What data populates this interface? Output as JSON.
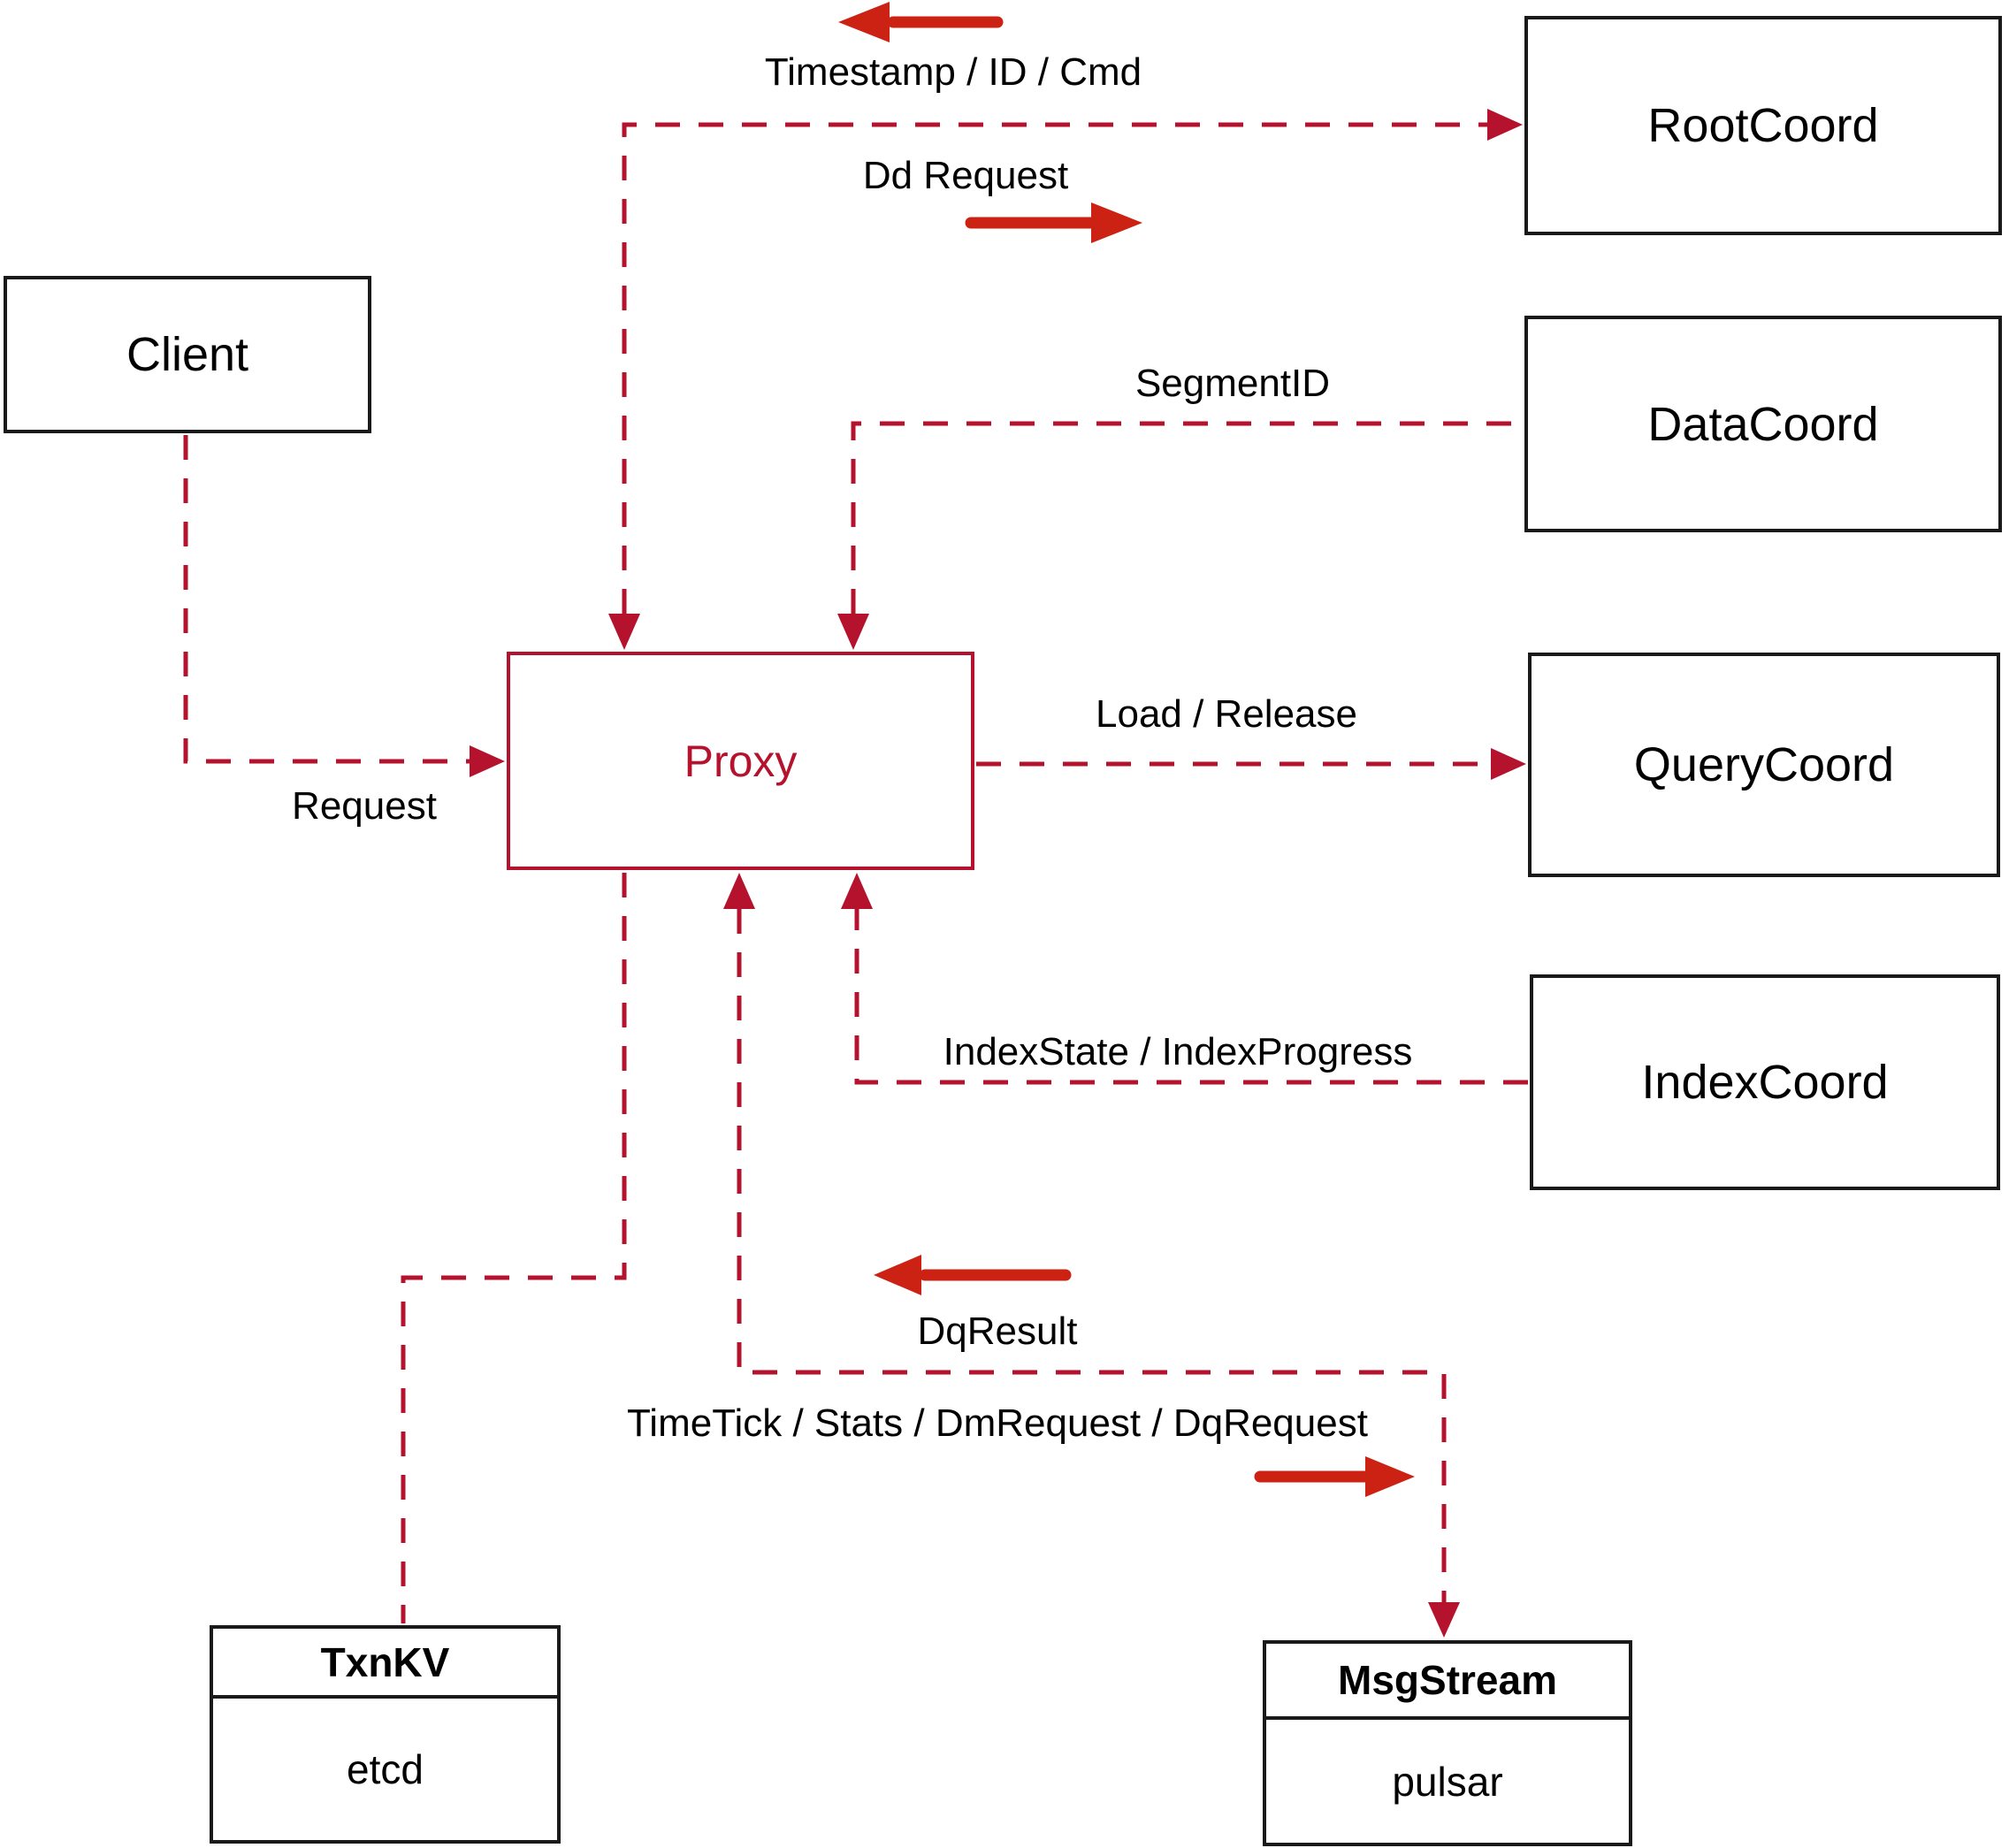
{
  "diagram": {
    "colors": {
      "box_border": "#1a1a1a",
      "text": "#000000",
      "dashed_line": "#b5122e",
      "solid_arrow": "#cc2213",
      "background": "#ffffff"
    },
    "nodes": {
      "client": {
        "label": "Client"
      },
      "rootcoord": {
        "label": "RootCoord"
      },
      "datacoord": {
        "label": "DataCoord"
      },
      "querycoord": {
        "label": "QueryCoord"
      },
      "indexcoord": {
        "label": "IndexCoord"
      },
      "proxy": {
        "label": "Proxy"
      },
      "txnkv": {
        "title": "TxnKV",
        "body": "etcd"
      },
      "msgstream": {
        "title": "MsgStream",
        "body": "pulsar"
      }
    },
    "edge_labels": {
      "timestamp_id_cmd": "Timestamp / ID / Cmd",
      "dd_request": "Dd Request",
      "segment_id": "SegmentID",
      "load_release": "Load / Release",
      "request": "Request",
      "index_state": "IndexState / IndexProgress",
      "dq_result": "DqResult",
      "timetick": "TimeTick / Stats / DmRequest / DqRequest"
    }
  }
}
